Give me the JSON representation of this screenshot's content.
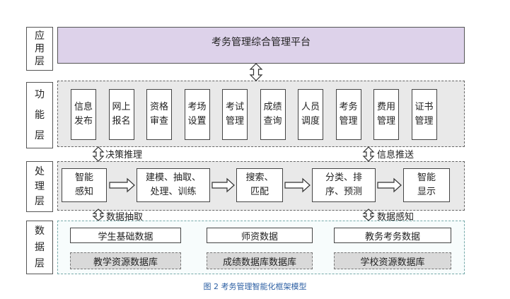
{
  "layers": {
    "application": [
      "应",
      "用",
      "层"
    ],
    "function": [
      "功",
      "能",
      "层"
    ],
    "processing": [
      "处",
      "理",
      "层"
    ],
    "data": [
      "数",
      "据",
      "层"
    ]
  },
  "platform_title": "考务管理综合管理平台",
  "modules": [
    {
      "label": "信息发布"
    },
    {
      "label": "网上报名"
    },
    {
      "label": "资格审查"
    },
    {
      "label": "考场设置"
    },
    {
      "label": "考试管理"
    },
    {
      "label": "成绩查询"
    },
    {
      "label": "人员调度"
    },
    {
      "label": "考务管理"
    },
    {
      "label": "费用管理"
    },
    {
      "label": "证书管理"
    }
  ],
  "process_steps": [
    {
      "line1": "智能",
      "line2": "感知"
    },
    {
      "line1": "建模、抽取、",
      "line2": "处理、训练"
    },
    {
      "line1": "搜索、",
      "line2": "匹配"
    },
    {
      "line1": "分类、排",
      "line2": "序、预测"
    },
    {
      "line1": "智能",
      "line2": "显示"
    }
  ],
  "flows": {
    "decision": "决策推理",
    "info_push": "信息推送",
    "extract": "数据抽取",
    "sense": "数据感知"
  },
  "data_sources": [
    {
      "top": "学生基础数据",
      "bottom": "教学资源数据库"
    },
    {
      "top": "师资数据",
      "bottom": "成绩数据库数据库"
    },
    {
      "top": "教务考务数据",
      "bottom": "学校资源数据库"
    }
  ],
  "caption": "图 2 考务管理智能化框架模型"
}
